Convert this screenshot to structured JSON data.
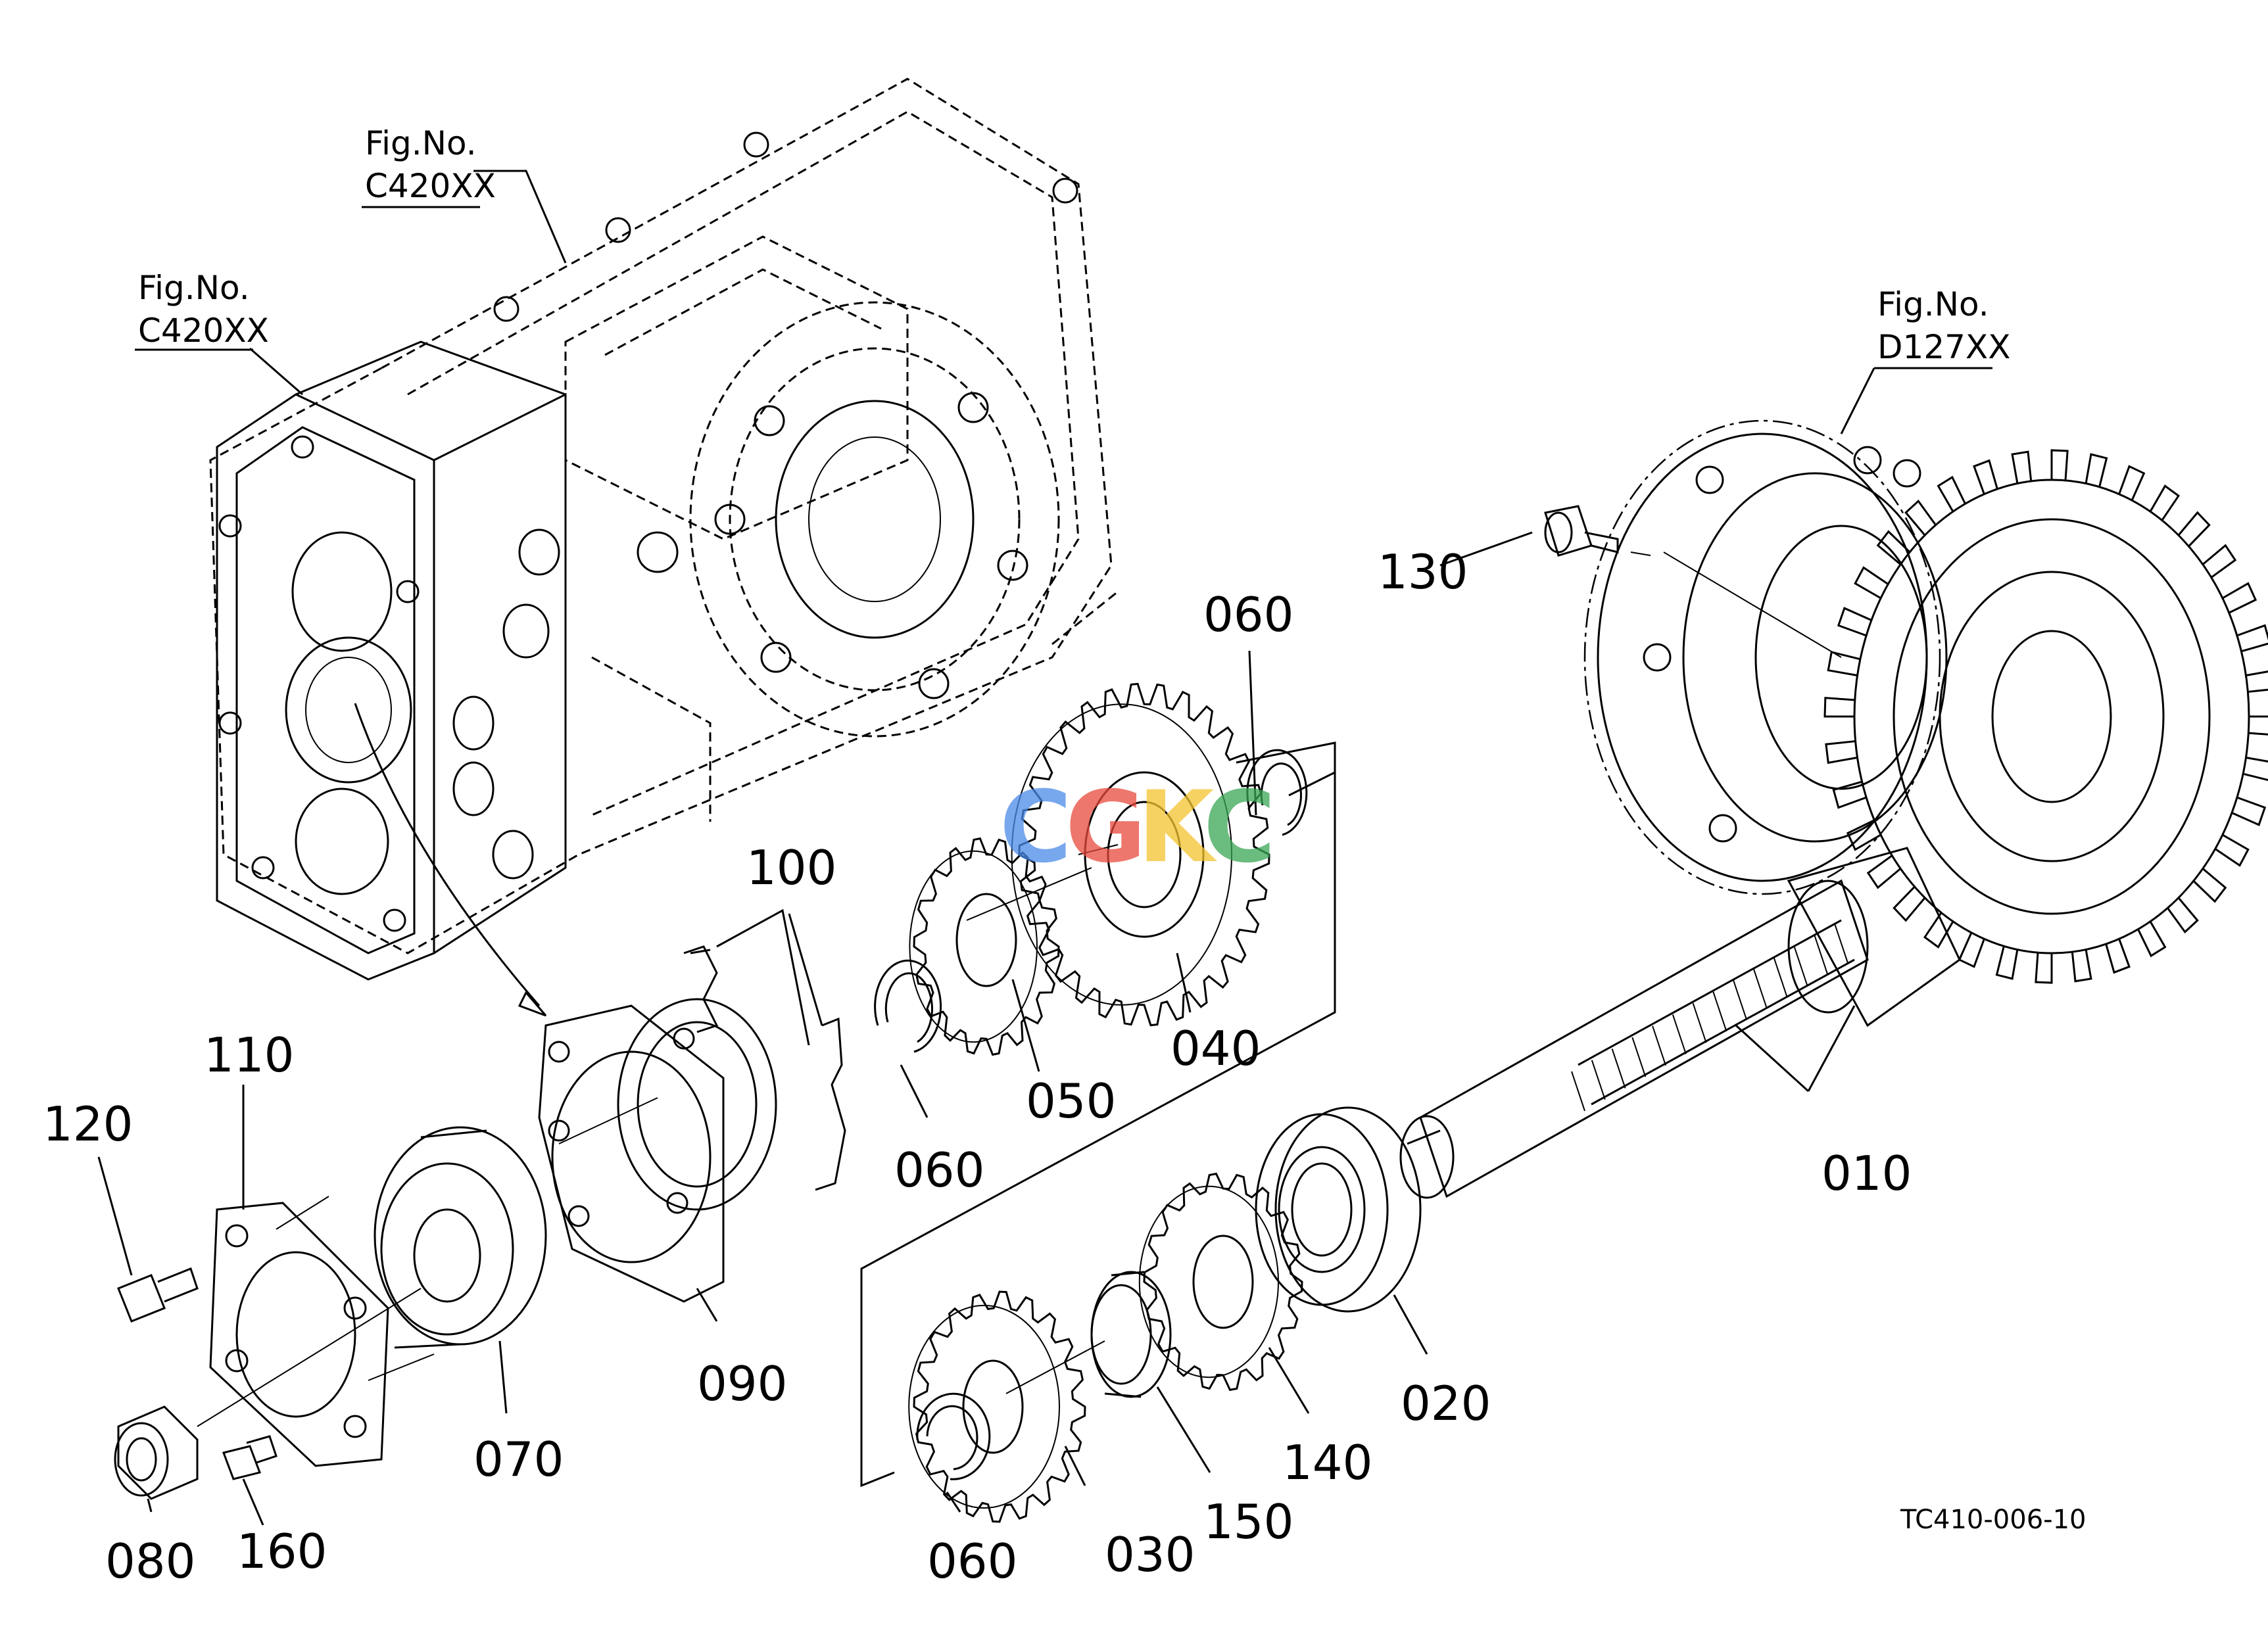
{
  "figure_refs": [
    {
      "label": "Fig.No.",
      "code": "C420XX"
    },
    {
      "label": "Fig.No.",
      "code": "C420XX"
    },
    {
      "label": "Fig.No.",
      "code": "D127XX"
    }
  ],
  "parts": {
    "p010": "010",
    "p020": "020",
    "p030": "030",
    "p040": "040",
    "p050": "050",
    "p060a": "060",
    "p060b": "060",
    "p060c": "060",
    "p070": "070",
    "p080": "080",
    "p090": "090",
    "p100": "100",
    "p110": "110",
    "p120": "120",
    "p130": "130",
    "p140": "140",
    "p150": "150",
    "p160": "160"
  },
  "diagram_code": "TC410-006-10",
  "watermark": {
    "letters": [
      "C",
      "G",
      "K",
      "C"
    ],
    "colors": [
      "#4a8ae8",
      "#e84a3c",
      "#f4c430",
      "#3aa655"
    ]
  }
}
